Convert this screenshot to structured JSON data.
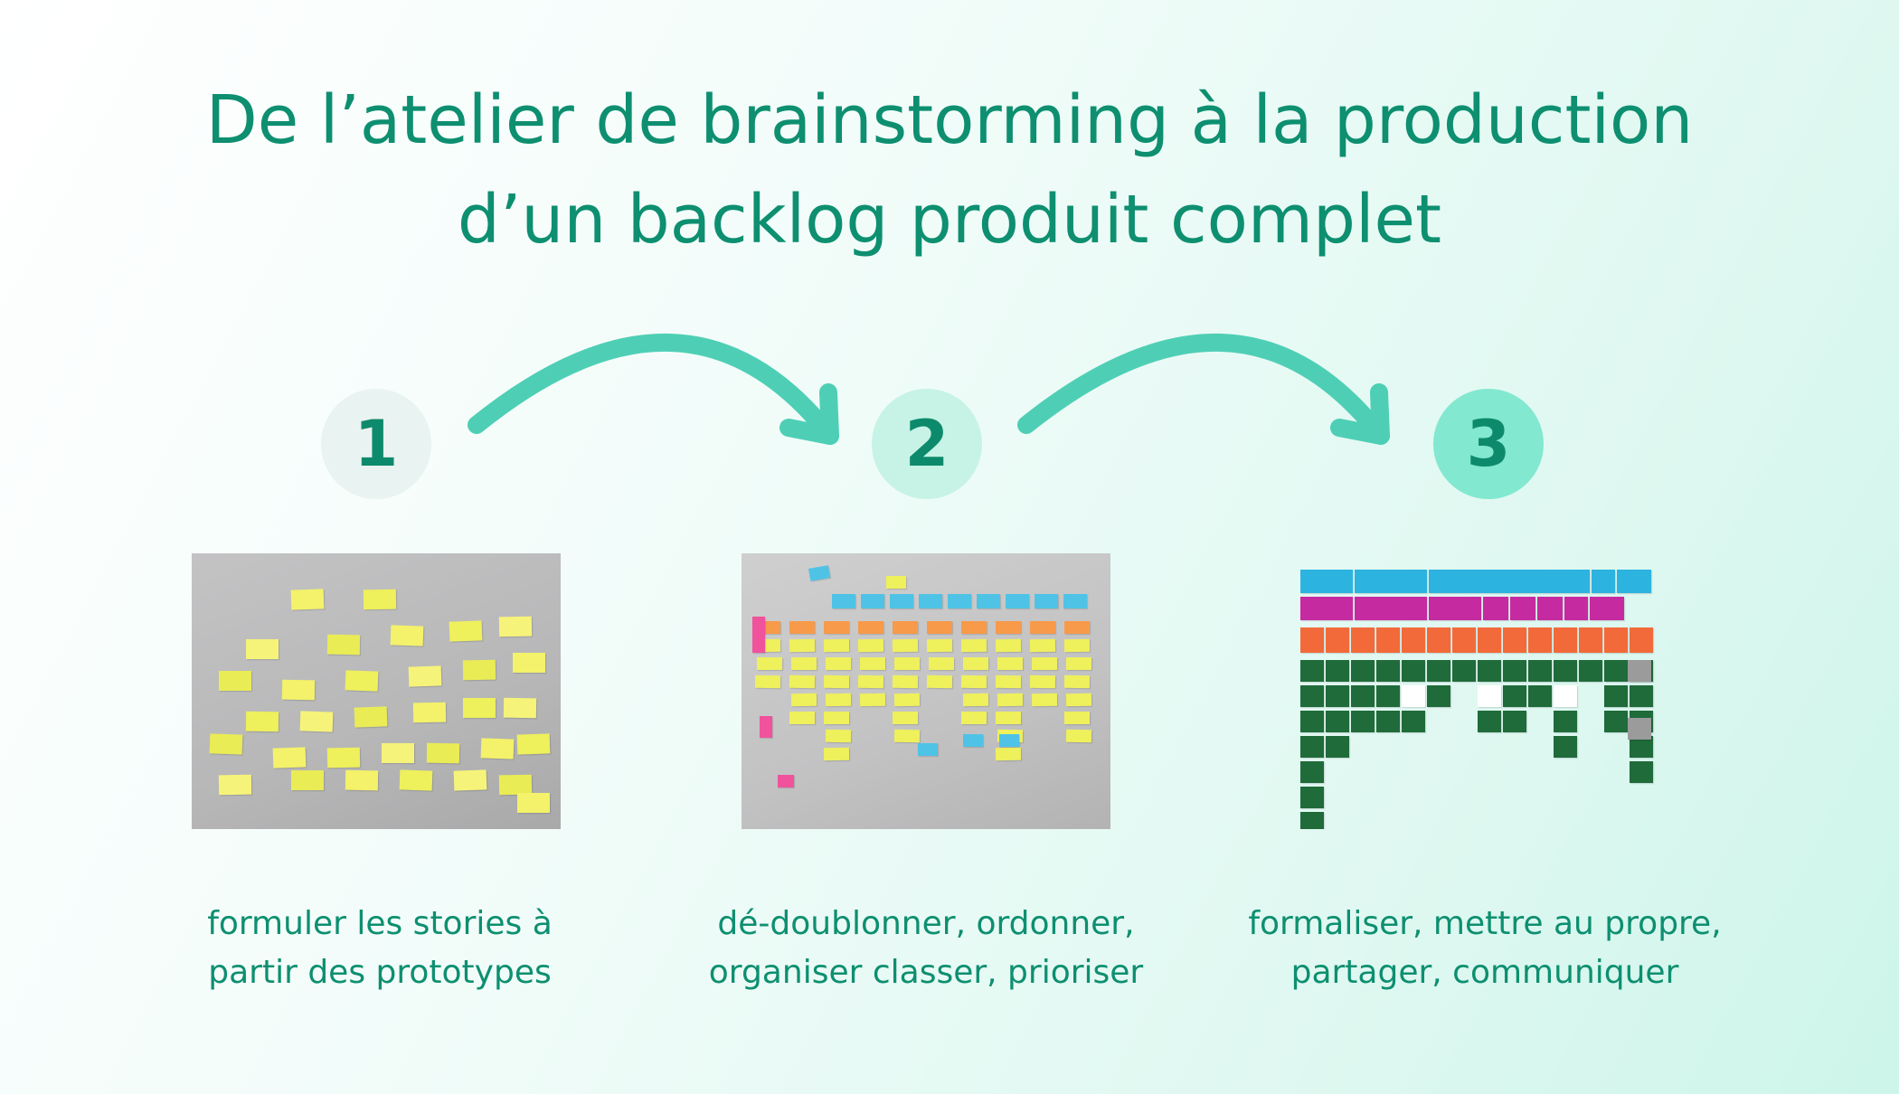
{
  "title": {
    "line1": "De l’atelier de brainstorming à la production",
    "line2": "d’un backlog produit complet"
  },
  "steps": [
    {
      "number": "1",
      "caption_line1": "formuler les stories à",
      "caption_line2": "partir des prototypes",
      "image": "brainstorm-wall-photo"
    },
    {
      "number": "2",
      "caption_line1": "dé-doublonner, ordonner,",
      "caption_line2": "organiser classer, prioriser",
      "image": "organized-wall-photo"
    },
    {
      "number": "3",
      "caption_line1": "formaliser, mettre au propre,",
      "caption_line2": "partager, communiquer",
      "image": "backlog-story-map"
    }
  ],
  "colors": {
    "accent": "#0d8f70",
    "arrow": "#4ecfb5",
    "circle1": "#e9f3f1",
    "circle2": "#c6f3e6",
    "circle3": "#82e8d0"
  }
}
